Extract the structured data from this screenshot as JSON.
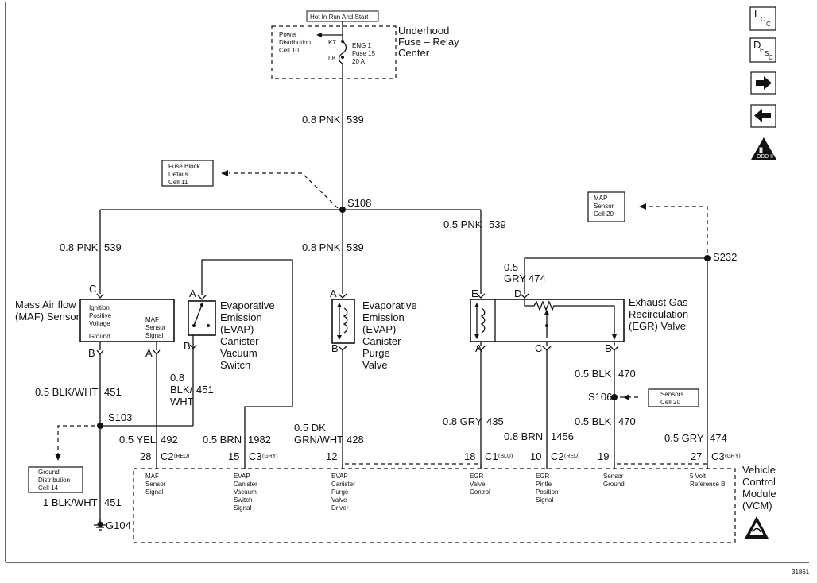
{
  "header": {
    "hot_label": "Hot In Run And Start"
  },
  "fuse_center": {
    "title_lines": [
      "Underhood",
      "Fuse – Relay",
      "Center"
    ],
    "power_dist_lines": [
      "Power",
      "Distribution",
      "Cell 10"
    ],
    "k7": "K7",
    "l8": "L8",
    "fuse_lines": [
      "ENG 1",
      "Fuse 15",
      "20 A"
    ]
  },
  "wires": {
    "main": "0.8 PNK",
    "main_circuit": "539",
    "left": "0.8 PNK",
    "left_circuit": "539",
    "center": "0.8 PNK",
    "center_circuit": "539",
    "right": "0.5 PNK",
    "right_circuit": "539",
    "maf_gnd": "0.5 BLK/WHT",
    "maf_gnd_circuit": "451",
    "evap_gnd": [
      "0.8",
      "BLK/",
      "WHT"
    ],
    "evap_gnd_circuit": "451",
    "maf_sig": "0.5 YEL",
    "maf_sig_circuit": "492",
    "evap_sw": "0.5 BRN",
    "evap_sw_circuit": "1982",
    "purge": [
      "0.5 DK",
      "GRN/WHT"
    ],
    "purge_circuit": "428",
    "egr_ctrl": "0.8 GRY",
    "egr_ctrl_circuit": "435",
    "pintle": "0.8 BRN",
    "pintle_circuit": "1456",
    "egr_gnd_top": "0.5 BLK",
    "egr_gnd_top_circuit": "470",
    "egr_gnd_bot": "0.5 BLK",
    "egr_gnd_bot_circuit": "470",
    "ref5v": "0.5 GRY",
    "ref5v_circuit": "474",
    "egr_ref": [
      "0.5",
      "GRY"
    ],
    "egr_ref_circuit": "474",
    "ground_main": "1 BLK/WHT",
    "ground_main_circuit": "451"
  },
  "splices": {
    "s108": "S108",
    "s103": "S103",
    "s106": "S106",
    "s232": "S232"
  },
  "ground": {
    "g104": "G104"
  },
  "refs": {
    "fuse_block": [
      "Fuse Block",
      "Details",
      "Cell 11"
    ],
    "map_sensor": [
      "MAP",
      "Sensor",
      "Cell 20"
    ],
    "sensors": [
      "Sensors",
      "Cell 20"
    ],
    "ground_dist": [
      "Ground",
      "Distribution",
      "Cell 14"
    ]
  },
  "maf": {
    "title_lines": [
      "Mass Air flow",
      "(MAF) Sensor"
    ],
    "pin_c": "C",
    "pin_b": "B",
    "pin_a": "A",
    "ign_lines": [
      "Ignition",
      "Positive",
      "Voltage"
    ],
    "ground": "Ground",
    "signal_lines": [
      "MAF",
      "Sensor",
      "Signal"
    ]
  },
  "evap_switch": {
    "title_lines": [
      "Evaporative",
      "Emission",
      "(EVAP)",
      "Canister",
      "Vacuum",
      "Switch"
    ],
    "pin_a": "A",
    "pin_b": "B"
  },
  "purge_valve": {
    "title_lines": [
      "Evaporative",
      "Emission",
      "(EVAP)",
      "Canister",
      "Purge",
      "Valve"
    ],
    "pin_a": "A",
    "pin_b": "B"
  },
  "egr_valve": {
    "title_lines": [
      "Exhaust Gas",
      "Recirculation",
      "(EGR) Valve"
    ],
    "pin_e": "E",
    "pin_d": "D",
    "pin_a": "A",
    "pin_c": "C",
    "pin_b": "B"
  },
  "vcm": {
    "title_lines": [
      "Vehicle",
      "Control",
      "Module",
      "(VCM)"
    ],
    "pins": [
      {
        "num": "28",
        "conn": "C2",
        "color": "(RED)",
        "desc": [
          "MAF",
          "Sensor",
          "Signal"
        ]
      },
      {
        "num": "15",
        "conn": "C3",
        "color": "(GRY)",
        "desc": [
          "EVAP",
          "Canister",
          "Vacuum",
          "Switch",
          "Signal"
        ]
      },
      {
        "num": "12",
        "conn": "",
        "color": "",
        "desc": [
          "EVAP",
          "Canister",
          "Purge",
          "Valve",
          "Driver"
        ]
      },
      {
        "num": "18",
        "conn": "C1",
        "color": "(BLU)",
        "desc": [
          "EGR",
          "Valve",
          "Control"
        ]
      },
      {
        "num": "10",
        "conn": "C2",
        "color": "(RED)",
        "desc": [
          "EGR",
          "Pintle",
          "Position",
          "Signal"
        ]
      },
      {
        "num": "19",
        "conn": "",
        "color": "",
        "desc": [
          "Sensor",
          "Ground"
        ]
      },
      {
        "num": "27",
        "conn": "C3",
        "color": "(GRY)",
        "desc": [
          "5 Volt",
          "Reference B"
        ]
      }
    ]
  },
  "nav": {
    "loc_main": "L",
    "loc_sub": "O",
    "loc_sub2": "C",
    "desc_main": "D",
    "desc_sub": "E",
    "desc_sub2": "S",
    "desc_sub3": "C",
    "obd_symbol": "II",
    "obd_label": "OBD II",
    "arrow_right": "→",
    "arrow_left": "←"
  },
  "figure_id": "31861",
  "colors": {
    "ink": "#111111",
    "paper": "#ffffff"
  }
}
